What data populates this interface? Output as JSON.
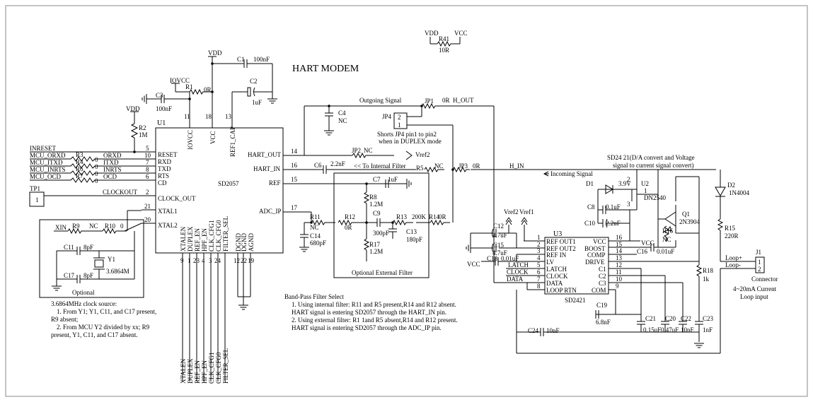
{
  "title": "HART MODEM",
  "u1": {
    "ref": "U1",
    "name": "SD2057",
    "left_pins": [
      {
        "label": "RESET",
        "num": "5"
      },
      {
        "label": "RXD",
        "num": "10"
      },
      {
        "label": "TXD",
        "num": "7"
      },
      {
        "label": "RTS",
        "num": "8"
      },
      {
        "label": "CD",
        "num": "6"
      },
      {
        "label": "CLOCK_OUT",
        "num": "2"
      },
      {
        "label": "XTAL1",
        "num": "21"
      },
      {
        "label": "XTAL2",
        "num": "20"
      }
    ],
    "top_pins": [
      {
        "label": "IOVCC",
        "num": "11"
      },
      {
        "label": "VCC",
        "num": "18"
      },
      {
        "label": "REF1_CAP",
        "num": "13"
      }
    ],
    "right_pins": [
      {
        "label": "HART_OUT",
        "num": "14"
      },
      {
        "label": "HART_IN",
        "num": "16"
      },
      {
        "label": "REF",
        "num": "15"
      },
      {
        "label": "ADC_IP",
        "num": "17"
      }
    ],
    "bottom_pins": [
      {
        "label": "XTALEN",
        "num": "9"
      },
      {
        "label": "DUPLEX",
        "num": "1"
      },
      {
        "label": "REF_EN",
        "num": "23"
      },
      {
        "label": "HPF_EN",
        "num": "4"
      },
      {
        "label": "CLK_CFG1",
        "num": "3"
      },
      {
        "label": "CLK_CFG0",
        "num": "24"
      },
      {
        "label": "FILTER_SEL",
        "num": ""
      },
      {
        "label": "DGND",
        "num": "12"
      },
      {
        "label": "DGND",
        "num": "22"
      },
      {
        "label": "AGND",
        "num": "19"
      }
    ]
  },
  "u3": {
    "ref": "U3",
    "name": "SD2421",
    "left_pins": [
      {
        "label": "REF OUT1",
        "num": "1"
      },
      {
        "label": "REF OUT2",
        "num": "2"
      },
      {
        "label": "REF IN",
        "num": "3"
      },
      {
        "label": "LV",
        "num": "4"
      },
      {
        "label": "LATCH",
        "num": "5"
      },
      {
        "label": "CLOCK",
        "num": "6"
      },
      {
        "label": "DATA",
        "num": "7"
      },
      {
        "label": "LOOP RTN",
        "num": "8"
      }
    ],
    "right_pins": [
      {
        "label": "VCC",
        "num": "16"
      },
      {
        "label": "BOOST",
        "num": "15"
      },
      {
        "label": "COMP",
        "num": "14"
      },
      {
        "label": "DRIVE",
        "num": "13"
      },
      {
        "label": "C1",
        "num": "12"
      },
      {
        "label": "C2",
        "num": "11"
      },
      {
        "label": "C3",
        "num": "10"
      },
      {
        "label": "COM",
        "num": "9"
      }
    ]
  },
  "mcu_signals": [
    "INRESET",
    "MCU_ORXD",
    "MCU_ITXD",
    "MCU_INRTS",
    "MCU_OCD"
  ],
  "resistors_mcu": [
    {
      "ref": "R3",
      "value": "0",
      "net": "ORXD"
    },
    {
      "ref": "R4",
      "value": "0",
      "net": "ITXD"
    },
    {
      "ref": "R6",
      "value": "0",
      "net": "INRTS"
    },
    {
      "ref": "R7",
      "value": "0",
      "net": "OCD"
    }
  ],
  "power": {
    "vdd": "VDD",
    "vcc": "VCC",
    "iovcc": "IOVCC"
  },
  "components": {
    "r41": {
      "ref": "R41",
      "value": "10R"
    },
    "c1": {
      "ref": "C1",
      "value": "100nF"
    },
    "c2": {
      "ref": "C2",
      "value": "1uF"
    },
    "c3": {
      "ref": "C3",
      "value": "100nF"
    },
    "r1": {
      "ref": "R1",
      "value": "0R"
    },
    "r2": {
      "ref": "R2",
      "value": "1M"
    },
    "tp1": {
      "ref": "TP1",
      "pin": "1"
    },
    "clockout": "CLOCKOUT",
    "xin": "XIN",
    "r9": {
      "ref": "R9",
      "value": "NC"
    },
    "r10": {
      "ref": "R10",
      "value": "0"
    },
    "c11": {
      "ref": "C11",
      "value": "8pF"
    },
    "c17": {
      "ref": "C17",
      "value": "8pF"
    },
    "y1": {
      "ref": "Y1",
      "value": "3.6864M"
    },
    "c4": {
      "ref": "C4",
      "value": "NC"
    },
    "jp1": {
      "ref": "JP1",
      "value": "0R"
    },
    "jp4": {
      "ref": "JP4",
      "pin1": "1",
      "pin2": "2"
    },
    "jp2": {
      "ref": "JP2",
      "value": "NC"
    },
    "jp3": {
      "ref": "JP3",
      "value": "0R"
    },
    "c6": {
      "ref": "C6",
      "value": "2.2nF"
    },
    "r5": {
      "ref": "R5",
      "value": "NC"
    },
    "c7": {
      "ref": "C7",
      "value": "1uF"
    },
    "r8": {
      "ref": "R8",
      "value": "1.2M"
    },
    "r11": {
      "ref": "R11",
      "value": "NC"
    },
    "c14": {
      "ref": "C14",
      "value": "680pF"
    },
    "r12": {
      "ref": "R12",
      "value": "0R"
    },
    "c9": {
      "ref": "C9",
      "value": "300pF"
    },
    "r13": {
      "ref": "R13",
      "value": "200K"
    },
    "r14": {
      "ref": "R14",
      "value": "0R"
    },
    "c13": {
      "ref": "C13",
      "value": "180pF"
    },
    "r17": {
      "ref": "R17",
      "value": "1.2M"
    },
    "c12": {
      "ref": "C12",
      "value": "4.7uF"
    },
    "c15": {
      "ref": "C15",
      "value": "4.7uF"
    },
    "c18": {
      "ref": "C18",
      "value": "0.01uF"
    },
    "d1": {
      "ref": "D1",
      "value": "3.9V"
    },
    "u2": {
      "ref": "U2",
      "value": "DN2540",
      "pins": [
        "1",
        "2",
        "3"
      ]
    },
    "c8": {
      "ref": "C8",
      "value": "0.1uF"
    },
    "c10": {
      "ref": "C10",
      "value": "2.2uF"
    },
    "q1": {
      "ref": "Q1",
      "value": "2N3904"
    },
    "r16": {
      "ref": "R16",
      "value": "NC"
    },
    "c16": {
      "ref": "C16",
      "value": "0.01uF"
    },
    "d2": {
      "ref": "D2",
      "value": "1N4004"
    },
    "r15": {
      "ref": "R15",
      "value": "220R"
    },
    "r18": {
      "ref": "R18",
      "value": "1k"
    },
    "c19": {
      "ref": "C19",
      "value": "6.8nF"
    },
    "c21": {
      "ref": "C21",
      "value": "0.15uF"
    },
    "c20": {
      "ref": "C20",
      "value": "0.47uF"
    },
    "c22": {
      "ref": "C22",
      "value": "10nF"
    },
    "c23": {
      "ref": "C23",
      "value": "1nF"
    },
    "c24": {
      "ref": "C24",
      "value": "10nF"
    },
    "j1": {
      "ref": "J1",
      "label": "Connector",
      "pins": [
        "1",
        "2"
      ]
    }
  },
  "nets": {
    "vref2": "Vref2",
    "vref1": "Vref1",
    "h_out": "H_OUT",
    "h_in": "H_IN",
    "latch": "LATCH",
    "clock": "CLOCK",
    "data": "DATA",
    "loop_plus": "Loop+",
    "loop_minus": "Loop-"
  },
  "labels": {
    "outgoing": "Outgoing Signal",
    "incoming": "Incoming Signal",
    "to_internal": "<< To Internal Filter",
    "optional_filter": "Optional External Filter",
    "optional": "Optional",
    "loop_input": [
      "4~20mA Current",
      "Loop input"
    ],
    "sd2421_desc": [
      "SD24 21(D/A convert and Voltage",
      "signal to current signal convert)"
    ],
    "jp4_note": [
      "Shorts JP4 pin1 to pin2",
      "when in DUPLEX mode"
    ]
  },
  "clock_note": [
    "3.6864MHz clock source:",
    "1. From Y1; Y1, C11, and C17 present,",
    "R9 absent;",
    "2. From MCU Y2 divided by xx; R9",
    "present, Y1, C11, and C17 absent."
  ],
  "filter_note": [
    "Band-Pass Filter Select",
    "1. Using internal filter: R11 and R5 present,R14 and R12 absent.",
    "HART signal is entering SD2057 through the HART_IN pin.",
    "2. Using external filter: R1 1and R5 absent,R14 and R12 present.",
    "HART signal is entering SD2057 through the ADC_IP pin."
  ]
}
